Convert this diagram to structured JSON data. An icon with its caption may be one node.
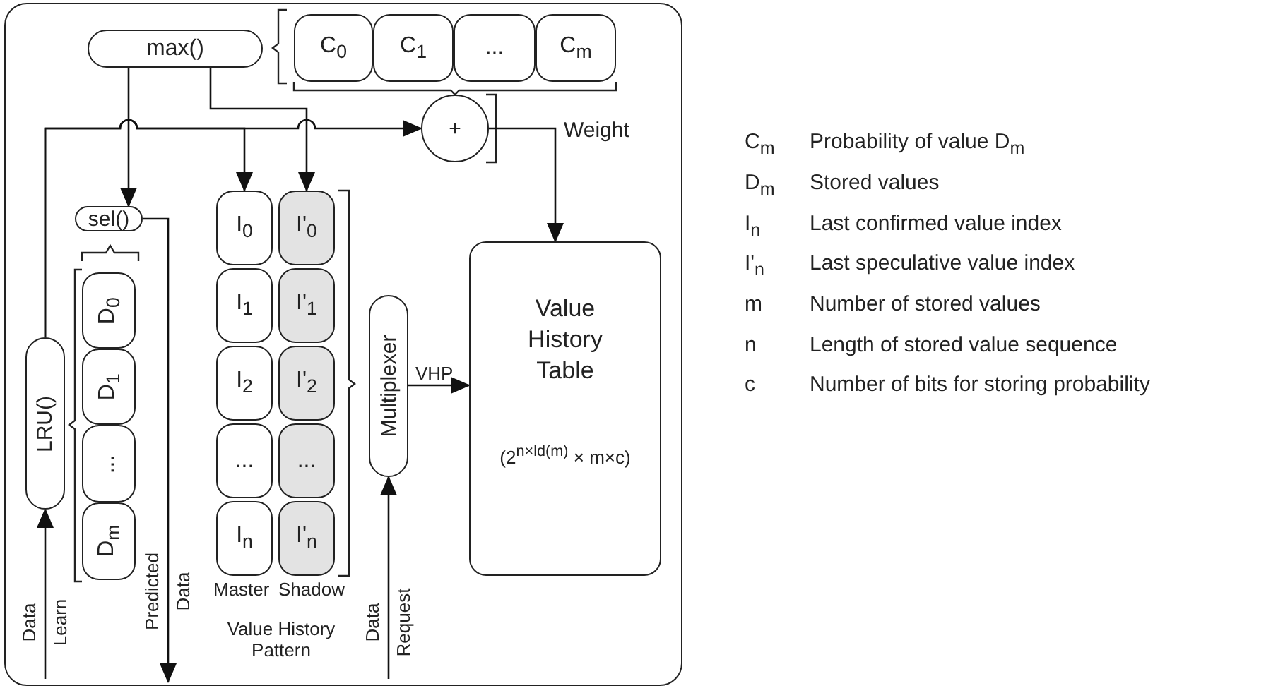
{
  "diagram": {
    "nodes": [
      {
        "text": [],
        "shape": "box"
      },
      {
        "text": [
          "max()"
        ],
        "in": 0
      },
      {
        "text": [
          "C$_{0}$"
        ],
        "in": 0
      },
      {
        "text": [
          "C$_{1}$"
        ],
        "in": 0
      },
      {
        "text": [
          "..."
        ],
        "in": 0
      },
      {
        "text": [
          "C$_{m}$"
        ],
        "in": 0
      },
      {
        "text": [
          "+"
        ],
        "in": 0
      },
      {
        "text": [
          "sel()"
        ],
        "in": 0
      },
      {
        "text": [
          "LRU()"
        ],
        "in": 0
      },
      {
        "text": [
          "D$_{0}$"
        ],
        "in": 0
      },
      {
        "text": [
          "D$_{1}$"
        ],
        "in": 0
      },
      {
        "text": [
          "..."
        ],
        "in": 0
      },
      {
        "text": [
          "D$_{m}$"
        ],
        "in": 0
      },
      {
        "text": [
          "I$_{0}$"
        ],
        "in": 0
      },
      {
        "text": [
          "I'$_{0}$"
        ],
        "in": 0
      },
      {
        "text": [
          "I$_{1}$"
        ],
        "in": 0
      },
      {
        "text": [
          "I'$_{1}$"
        ],
        "in": 0
      },
      {
        "text": [
          "I$_{2}$"
        ],
        "in": 0
      },
      {
        "text": [
          "I'$_{2}$"
        ],
        "in": 0
      },
      {
        "text": [
          "..."
        ],
        "in": 0
      },
      {
        "text": [
          "..."
        ],
        "in": 0
      },
      {
        "text": [
          "I$_{n}$"
        ],
        "in": 0
      },
      {
        "text": [
          "I'$_{n}$"
        ],
        "in": 0
      },
      {
        "text": [
          "Multiplexer"
        ],
        "in": 0
      },
      {
        "text": [
          "Value History Table",
          "(2$^{n×ld(m)}$ × m×c)"
        ],
        "in": 0
      }
    ],
    "edges": [
      {
        "from": 1,
        "to": 7,
        "arrow": "to"
      },
      {
        "from": 1,
        "to": 14,
        "arrow": "to"
      },
      {
        "from": 8,
        "to": 6,
        "arrow": "to"
      },
      {
        "from": 8,
        "to": 13,
        "arrow": "to"
      },
      {
        "from": 6,
        "to": 24,
        "arrow": "to",
        "label": "Weight"
      },
      {
        "from": 7,
        "to": null,
        "arrow": "to",
        "label": "Predicted Data"
      },
      {
        "from": null,
        "to": 8,
        "arrow": "to",
        "label": "Data Learn"
      },
      {
        "from": null,
        "to": 23,
        "arrow": "to",
        "label": "Data Request"
      },
      {
        "from": 23,
        "to": 24,
        "arrow": "to",
        "label": "VHP"
      }
    ],
    "labels": [
      "Master",
      "Shadow",
      "Value History Pattern",
      "C$_{m}$",
      "Probability of value D$_{m}$",
      "D$_{m}$",
      "Stored values",
      "I$_{n}$",
      "Last confirmed value index",
      "I'$_{n}$",
      "Last speculative value index",
      "m",
      "Number of stored values",
      "n",
      "Length of stored value sequence",
      "c",
      "Number of bits for storing probability"
    ]
  }
}
